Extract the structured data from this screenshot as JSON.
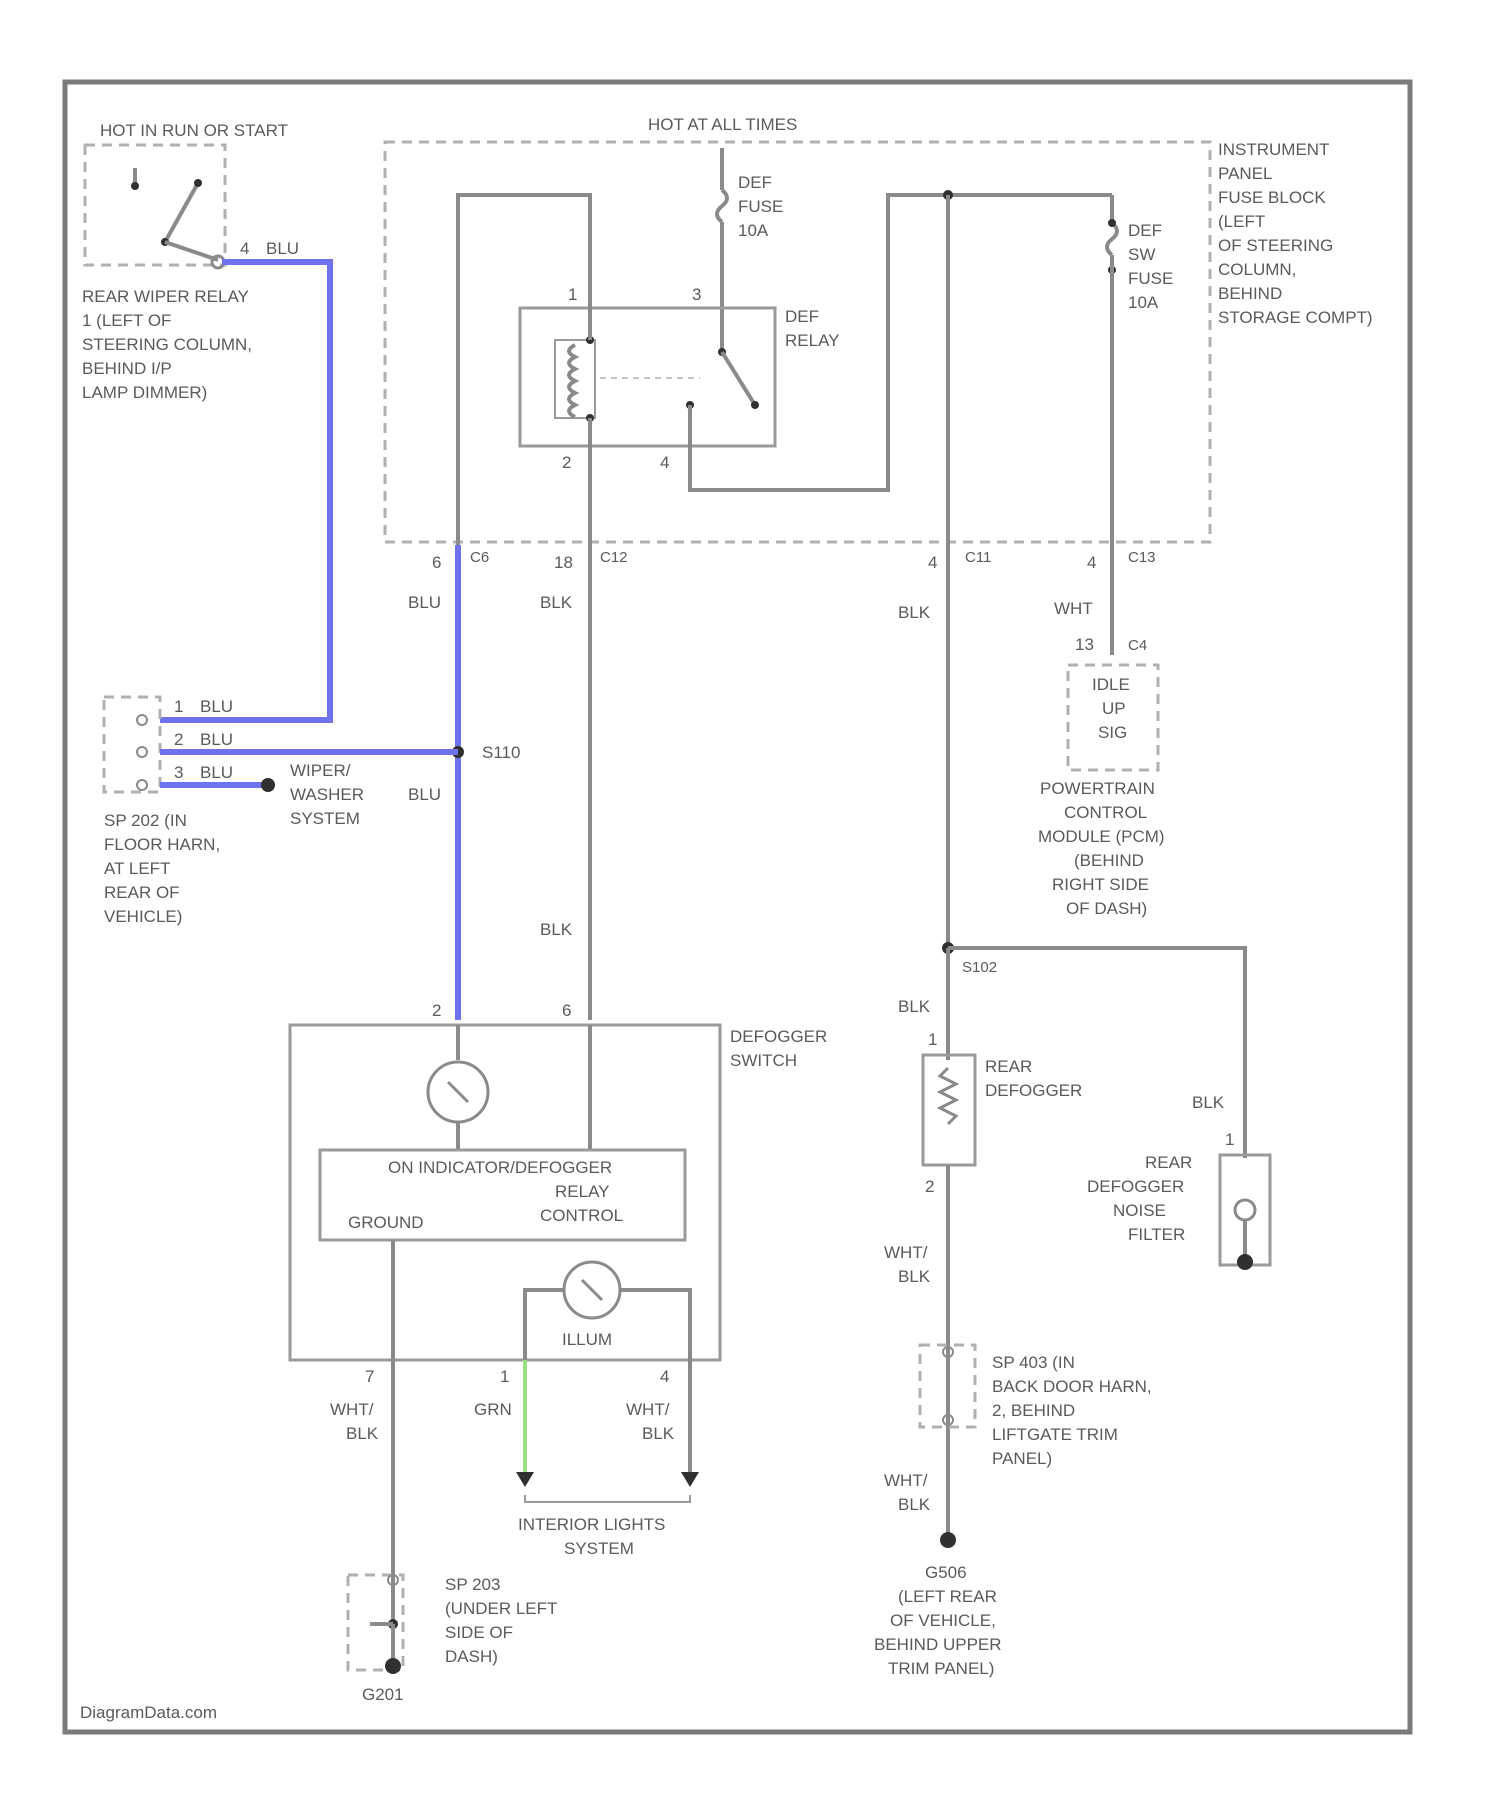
{
  "labels": {
    "hot_run_start": "HOT IN RUN OR START",
    "hot_all_times": "HOT AT ALL TIMES",
    "rear_wiper_relay": [
      "REAR WIPER RELAY",
      "1 (LEFT OF",
      "STEERING COLUMN,",
      "BEHIND I/P",
      "LAMP DIMMER)"
    ],
    "relay_pin4": "4",
    "relay_wire4": "BLU",
    "def_fuse": [
      "DEF",
      "FUSE",
      "10A"
    ],
    "def_relay": [
      "DEF",
      "RELAY"
    ],
    "def_sw_fuse": [
      "DEF",
      "SW",
      "FUSE",
      "10A"
    ],
    "ip_fuse_block": [
      "INSTRUMENT",
      "PANEL",
      "FUSE BLOCK",
      "(LEFT",
      "OF STEERING",
      "COLUMN,",
      "BEHIND",
      "STORAGE COMPT)"
    ],
    "pin_1": "1",
    "pin_3": "3",
    "pin_2": "2",
    "pin_4": "4",
    "c6_pin": "6",
    "c6_conn": "C6",
    "c12_pin": "18",
    "c12_conn": "C12",
    "c11_pin": "4",
    "c11_conn": "C11",
    "c13_pin": "4",
    "c13_conn": "C13",
    "w_blu1": "BLU",
    "w_blk1": "BLK",
    "w_blk2": "BLK",
    "w_wht1": "WHT",
    "c4_pin": "13",
    "c4_conn": "C4",
    "idle_up": [
      "IDLE",
      "UP",
      "SIG"
    ],
    "pcm": [
      "POWERTRAIN",
      "CONTROL",
      "MODULE (PCM)",
      "(BEHIND",
      "RIGHT SIDE",
      "OF DASH)"
    ],
    "sp_pins": [
      {
        "pin": "1",
        "wire": "BLU"
      },
      {
        "pin": "2",
        "wire": "BLU"
      },
      {
        "pin": "3",
        "wire": "BLU"
      }
    ],
    "wiper_washer": [
      "WIPER/",
      "WASHER",
      "SYSTEM"
    ],
    "sp202": [
      "SP 202 (IN",
      "FLOOR HARN,",
      "AT LEFT",
      "REAR OF",
      "VEHICLE)"
    ],
    "s110": "S110",
    "w_blu2": "BLU",
    "w_blk3": "BLK",
    "sw_pin2": "2",
    "sw_pin6": "6",
    "defogger_switch": [
      "DEFOGGER",
      "SWITCH"
    ],
    "ic_box": [
      "ON INDICATOR/DEFOGGER",
      "RELAY",
      "CONTROL"
    ],
    "ground_lbl": "GROUND",
    "illum": "ILLUM",
    "sw_pin7": "7",
    "sw_pin1": "1",
    "sw_pin4": "4",
    "w_wht_blk1": [
      "WHT/",
      "BLK"
    ],
    "w_grn": "GRN",
    "w_wht_blk2": [
      "WHT/",
      "BLK"
    ],
    "interior_lights": [
      "INTERIOR LIGHTS",
      "SYSTEM"
    ],
    "sp203": [
      "SP 203",
      "(UNDER LEFT",
      "SIDE OF",
      "DASH)"
    ],
    "g201": "G201",
    "s102": "S102",
    "w_blk4": "BLK",
    "rd_pin1": "1",
    "rear_defogger": [
      "REAR",
      "DEFOGGER"
    ],
    "rd_pin2": "2",
    "w_blk5": "BLK",
    "nf_pin1": "1",
    "noise_filter": [
      "REAR",
      "DEFOGGER",
      "NOISE",
      "FILTER"
    ],
    "w_wht_blk3": [
      "WHT/",
      "BLK"
    ],
    "sp403": [
      "SP 403 (IN",
      "BACK DOOR HARN,",
      "2, BEHIND",
      "LIFTGATE TRIM",
      "PANEL)"
    ],
    "w_wht_blk4": [
      "WHT/",
      "BLK"
    ],
    "g506": [
      "G506",
      "(LEFT REAR",
      "OF VEHICLE,",
      "BEHIND UPPER",
      "TRIM PANEL)"
    ],
    "watermark": "DiagramData.com"
  }
}
